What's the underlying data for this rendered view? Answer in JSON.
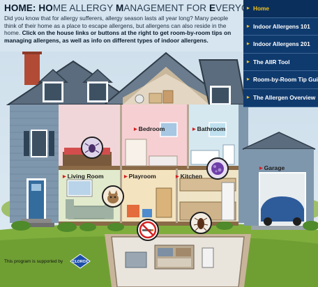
{
  "header": {
    "title_parts": [
      "HOME: ",
      "HO",
      "ME ALLERGY ",
      "M",
      "ANAGEMENT FOR ",
      "E",
      "VERYONE"
    ],
    "intro_1": "Did you know that for allergy sufferers, allergy season lasts all year long? Many people think of their home as a place to escape allergens, but allergens can also reside in the home. ",
    "intro_2": "Click on the house links or buttons at the right to get room-by-room tips on managing allergens, as well as info on different types of indoor allergens."
  },
  "nav": {
    "items": [
      {
        "label": "Home",
        "active": true
      },
      {
        "label": "Indoor Allergens 101",
        "active": false
      },
      {
        "label": "Indoor Allergens 201",
        "active": false
      },
      {
        "label": "The AIIR Tool",
        "active": false
      },
      {
        "label": "Room-by-Room Tip Guide",
        "active": false
      },
      {
        "label": "The Allergen Overview",
        "active": false
      }
    ]
  },
  "rooms": {
    "bedroom": "Bedroom",
    "bathroom": "Bathroom",
    "living_room": "Living Room",
    "playroom": "Playroom",
    "kitchen": "Kitchen",
    "garage": "Garage"
  },
  "footer": {
    "supported_text": "This program is supported by",
    "brand": "CLOROX"
  },
  "colors": {
    "nav_bg": "#0f3a6e",
    "nav_active": "#f0c020",
    "siding": "#7f97ad",
    "roof": "#5a6c7d",
    "grass": "#7fae3d",
    "arrow_red": "#d42020"
  }
}
